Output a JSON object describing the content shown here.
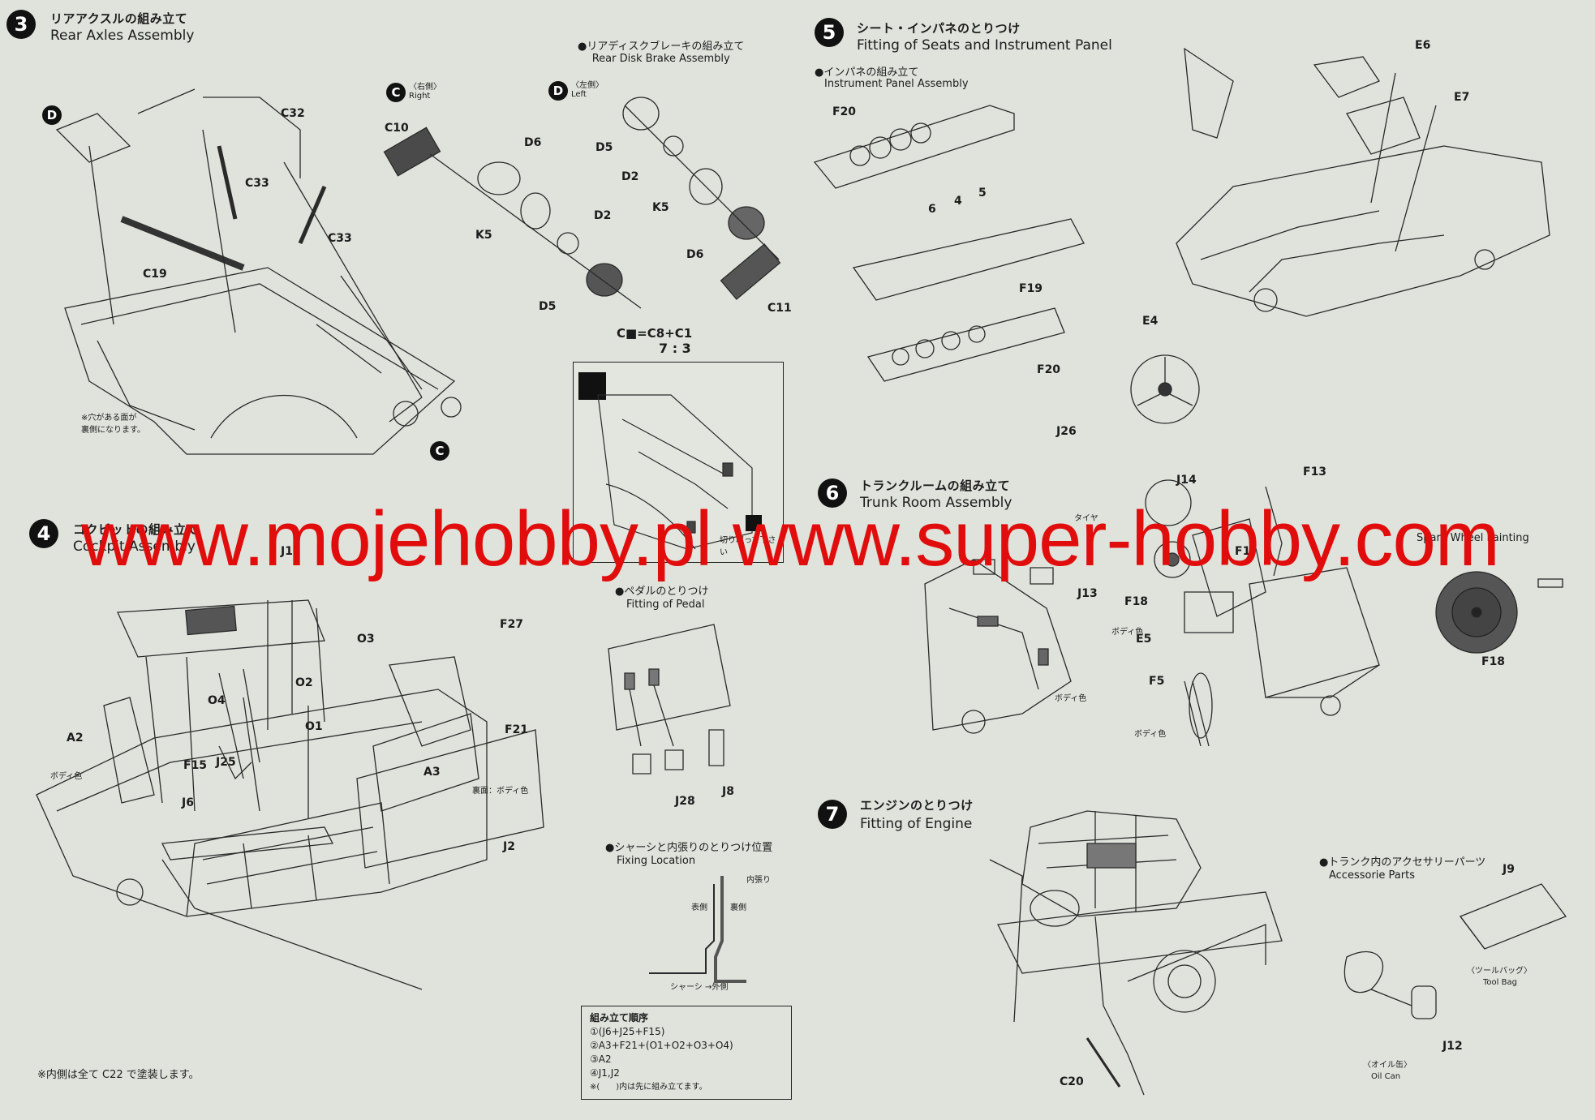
{
  "watermark": "www.mojehobby.pl www.super-hobby.com",
  "steps": {
    "s3": {
      "num": "3",
      "jp": "リアアクスルの組み立て",
      "en": "Rear Axles Assembly"
    },
    "s4": {
      "num": "4",
      "jp": "コクピットの組み立て",
      "en": "Cockpit Assembly"
    },
    "s5": {
      "num": "5",
      "jp": "シート・インパネのとりつけ",
      "en": "Fitting of Seats and Instrument Panel"
    },
    "s6": {
      "num": "6",
      "jp": "トランクルームの組み立て",
      "en": "Trunk Room Assembly"
    },
    "s7": {
      "num": "7",
      "jp": "エンジンのとりつけ",
      "en": "Fitting of Engine"
    }
  },
  "subs": {
    "rear_disk_jp": "●リアディスクブレーキの組み立て",
    "rear_disk_en": "Rear Disk Brake Assembly",
    "right_jp": "〈右側〉",
    "right_en": "Right",
    "left_jp": "〈左側〉",
    "left_en": "Left",
    "hole_note": "※穴がある面が\n裏側になります。",
    "instrument_jp": "●インパネの組み立て",
    "instrument_en": "Instrument Panel Assembly",
    "pedal_jp": "●ペダルのとりつけ",
    "pedal_en": "Fitting of Pedal",
    "fixing_jp": "●シャーシと内張りのとりつけ位置",
    "fixing_en": "Fixing Location",
    "spare_en": "Spare Wheel Painting",
    "accessory_jp": "●トランク内のアクセサリーパーツ",
    "accessory_en": "Accessorie Parts",
    "tool_bag_jp": "〈ツールバッグ〉",
    "tool_bag_en": "Tool Bag",
    "oil_can_jp": "〈オイル缶〉",
    "oil_can_en": "Oil Can",
    "inner_note": "※内側は全て C22 で塗装します。",
    "color_formula": "C■=C8+C1",
    "ratio": "7 : 3",
    "fix_inner": "内張り",
    "fix_front": "表側",
    "fix_back": "裏側",
    "fix_chassis": "シャーシ →外側",
    "body_color": "ボディ色",
    "back_body_color": "裏面：ボディ色",
    "tire": "タイヤ",
    "cut_note": "切り取って下さい"
  },
  "order": {
    "title": "組み立て順序",
    "items": [
      "①(J6+J25+F15)",
      "②A3+F21+(O1+O2+O3+O4)",
      "③A2",
      "④J1,J2",
      "※(　　)内は先に組み立てます。"
    ]
  },
  "parts": {
    "s3": [
      "C32",
      "C33",
      "C33",
      "C19",
      "D5",
      "D6",
      "K5",
      "D2",
      "C10",
      "C11",
      "D6",
      "K5",
      "D2",
      "D5"
    ],
    "s4": [
      "J1",
      "F27",
      "O3",
      "O2",
      "O4",
      "O1",
      "A2",
      "F21",
      "A3",
      "F15",
      "J25",
      "J6",
      "J2",
      "J28",
      "J8"
    ],
    "s5": [
      "E6",
      "E7",
      "F20",
      "F19",
      "F20",
      "E4",
      "J26"
    ],
    "s6": [
      "J14",
      "F13",
      "J13",
      "F18",
      "E5",
      "F5",
      "F1",
      "F18"
    ],
    "s7": [
      "C20",
      "J9",
      "J12"
    ],
    "pkg": [
      "6",
      "4",
      "5"
    ]
  }
}
